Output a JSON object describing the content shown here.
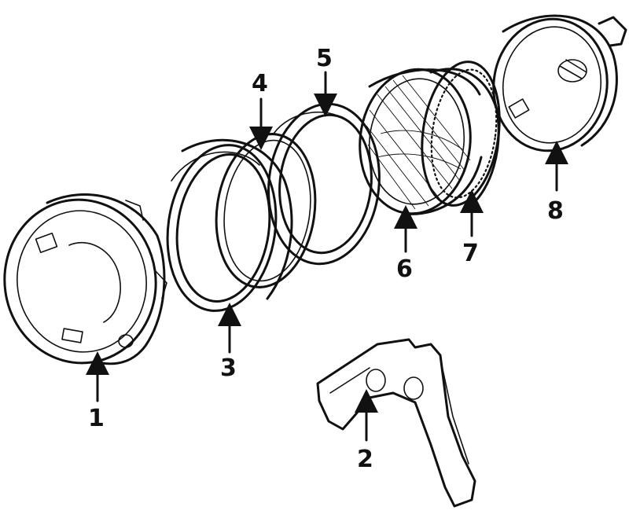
{
  "diagram": {
    "callouts": [
      {
        "label": "1",
        "part": "headlamp-mounting-bucket"
      },
      {
        "label": "2",
        "part": "mounting-bracket"
      },
      {
        "label": "3",
        "part": "retaining-ring"
      },
      {
        "label": "4",
        "part": "gasket-ring"
      },
      {
        "label": "5",
        "part": "seal-ring"
      },
      {
        "label": "6",
        "part": "sealed-beam-lamp"
      },
      {
        "label": "7",
        "part": "adjusting-ring"
      },
      {
        "label": "8",
        "part": "rear-housing"
      }
    ],
    "colors": {
      "ink": "#111111",
      "background": "#ffffff"
    }
  }
}
